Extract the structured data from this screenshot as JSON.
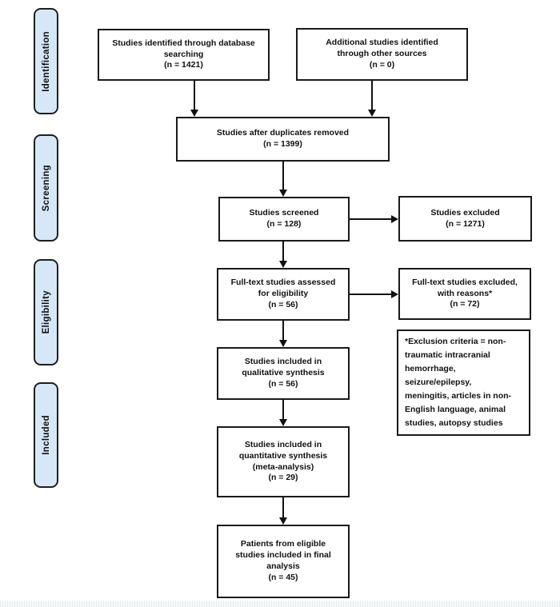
{
  "colors": {
    "stage_fill": "#d6e8f7",
    "box_border": "#1a1a1a",
    "arrow": "#111111"
  },
  "stages": [
    {
      "label": "Identification"
    },
    {
      "label": "Screening"
    },
    {
      "label": "Eligibility"
    },
    {
      "label": "Included"
    }
  ],
  "boxes": {
    "identified_db": "Studies identified through database\nsearching\n(n = 1421)",
    "identified_other": "Additional studies identified\nthrough other sources\n(n = 0)",
    "duplicates_removed": "Studies after duplicates removed\n(n = 1399)",
    "screened": "Studies screened\n(n = 128)",
    "excluded": "Studies excluded\n(n = 1271)",
    "fulltext_assessed": "Full-text studies assessed\nfor eligibility\n(n = 56)",
    "fulltext_excluded": "Full-text studies excluded,\nwith reasons*\n(n = 72)",
    "qualitative": "Studies included in\nqualitative synthesis\n(n = 56)",
    "exclusion_note": "*Exclusion criteria = non-\ntraumatic intracranial\nhemorrhage,\nseizure/epilepsy,\nmeningitis, articles in non-\nEnglish language, animal\nstudies, autopsy studies",
    "quantitative": "Studies included in\nquantitative synthesis\n(meta-analysis)\n(n = 29)",
    "final_analysis": "Patients from eligible\nstudies included in final\nanalysis\n(n = 45)"
  }
}
